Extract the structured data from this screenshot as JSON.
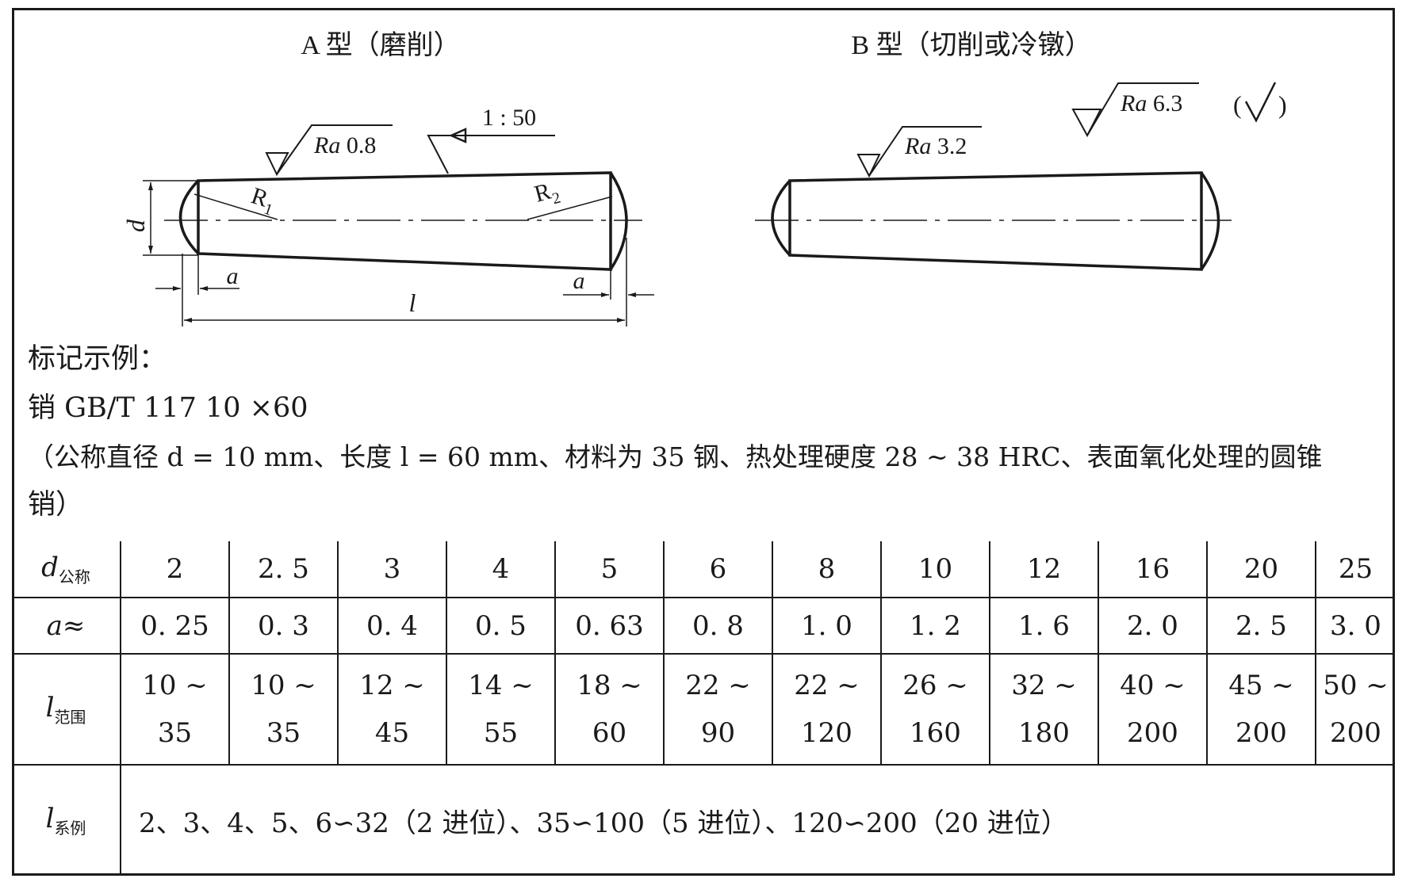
{
  "figure": {
    "type_a_title": "A 型（磨削）",
    "type_b_title": "B 型（切削或冷镦）",
    "taper": "1 : 50",
    "ra_a": "Ra 0.8",
    "ra_b": "Ra 3.2",
    "ra_general": "Ra 6.3",
    "check_paren": "（√）",
    "label_d": "d",
    "label_a": "a",
    "label_l": "l",
    "label_r1": "R",
    "label_r1_sub": "1",
    "label_r2": "R",
    "label_r2_sub": "2"
  },
  "caption": {
    "heading": "标记示例：",
    "marking": "销 GB/T 117 10 ×60",
    "description_line1": "（公称直径 d = 10  mm、长度 l = 60  mm、材料为 35 钢、热处理硬度 28 ~ 38  HRC、表面氧化处理的圆锥",
    "description_line2": "销）"
  },
  "table": {
    "rows": [
      {
        "head": "d",
        "head_sub": "公称",
        "values": [
          "2",
          "2. 5",
          "3",
          "4",
          "5",
          "6",
          "8",
          "10",
          "12",
          "16",
          "20",
          "25"
        ]
      },
      {
        "head": "a",
        "head_suffix": "≈",
        "values": [
          "0. 25",
          "0. 3",
          "0. 4",
          "0. 5",
          "0. 63",
          "0. 8",
          "1. 0",
          "1. 2",
          "1. 6",
          "2. 0",
          "2. 5",
          "3. 0"
        ]
      }
    ],
    "range_row": {
      "head": "l",
      "head_sub": "范围",
      "top": [
        "10 ~",
        "10 ~",
        "12 ~",
        "14 ~",
        "18 ~",
        "22 ~",
        "22 ~",
        "26 ~",
        "32 ~",
        "40 ~",
        "45 ~",
        "50 ~"
      ],
      "bottom": [
        "35",
        "35",
        "45",
        "55",
        "60",
        "90",
        "120",
        "160",
        "180",
        "200",
        "200",
        "200"
      ]
    },
    "series_row": {
      "head": "l",
      "head_sub": "系例",
      "text": "2、3、4、5、6∽32（2 进位）、35∽100（5 进位）、120∽200（20 进位）"
    }
  }
}
